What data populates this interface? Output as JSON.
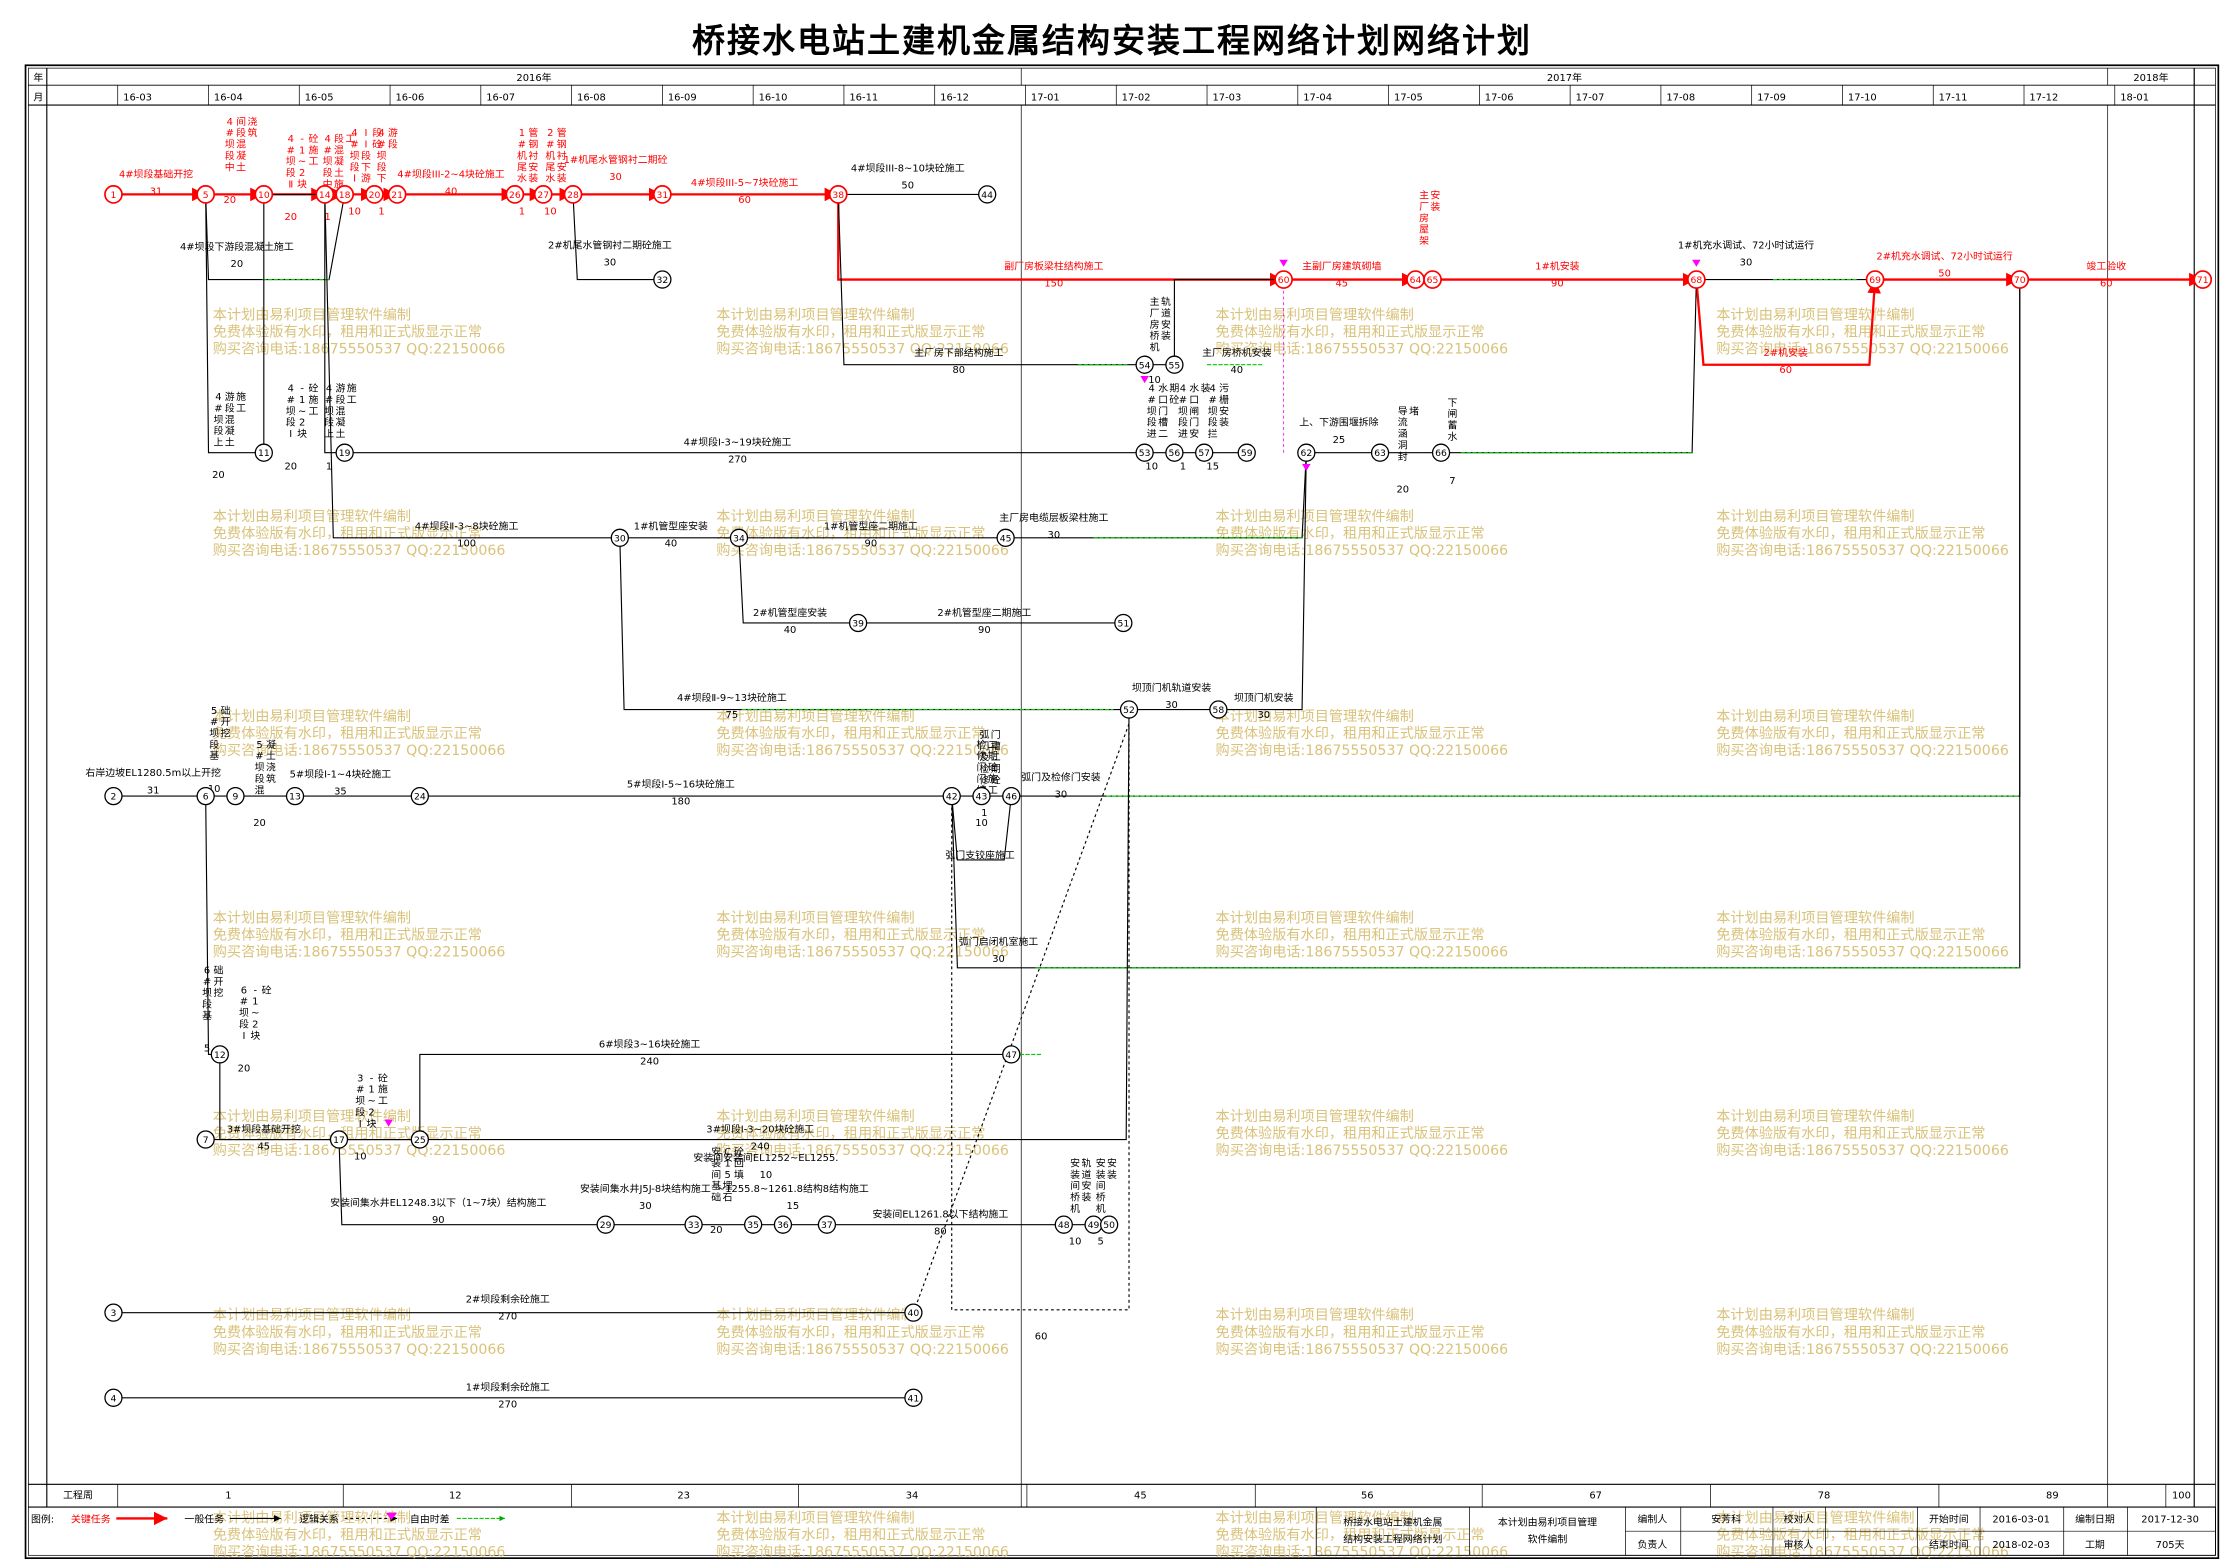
{
  "title": "桥接水电站土建机金属结构安装工程网络计划网络计划",
  "header": {
    "year_label": "年",
    "month_label": "月",
    "years": [
      "2016年",
      "2017年",
      "2018年"
    ],
    "months": [
      "16-03",
      "16-04",
      "16-05",
      "16-06",
      "16-07",
      "16-08",
      "16-09",
      "16-10",
      "16-11",
      "16-12",
      "17-01",
      "17-02",
      "17-03",
      "17-04",
      "17-05",
      "17-06",
      "17-07",
      "17-08",
      "17-09",
      "17-10",
      "17-11",
      "17-12",
      "18-01"
    ]
  },
  "footer_scale": {
    "label": "工程周",
    "ticks": [
      "1",
      "12",
      "23",
      "34",
      "45",
      "56",
      "67",
      "78",
      "89",
      "100"
    ]
  },
  "watermark": [
    "本计划由易利项目管理软件编制",
    "免费体验版有水印，租用和正式版显示正常",
    "购买咨询电话:18675550537 QQ:22150066"
  ],
  "legend": {
    "label": "图例:",
    "items": [
      "关键任务",
      "一般任务",
      "逻辑关系",
      "自由时差"
    ]
  },
  "info_table": {
    "project_name": "桥接水电站土建机金属结构安装工程网络计划",
    "software_note": "本计划由易利项目管理软件编制",
    "compiler_label": "编制人",
    "compiler": "安芳科",
    "checker_label": "校对人",
    "start_label": "开始时间",
    "start": "2016-03-01",
    "compile_date_label": "编制日期",
    "compile_date": "2017-12-30",
    "leader_label": "负责人",
    "reviewer_label": "审核人",
    "end_label": "结束时间",
    "end": "2018-02-03",
    "duration_label": "工期",
    "duration": "705天"
  },
  "colors": {
    "critical": "#ff0000",
    "normal": "#000000",
    "float": "#00cc00",
    "milestone": "#ff00ff",
    "watermark": "#d9c27a"
  },
  "nodes": [
    {
      "id": "1",
      "critical": true
    },
    {
      "id": "2"
    },
    {
      "id": "3"
    },
    {
      "id": "4"
    },
    {
      "id": "5",
      "critical": true
    },
    {
      "id": "6"
    },
    {
      "id": "7"
    },
    {
      "id": "9"
    },
    {
      "id": "10",
      "critical": true
    },
    {
      "id": "11"
    },
    {
      "id": "12"
    },
    {
      "id": "13"
    },
    {
      "id": "14",
      "critical": true
    },
    {
      "id": "17"
    },
    {
      "id": "18",
      "critical": true
    },
    {
      "id": "19"
    },
    {
      "id": "20",
      "critical": true
    },
    {
      "id": "21",
      "critical": true
    },
    {
      "id": "24"
    },
    {
      "id": "25"
    },
    {
      "id": "26",
      "critical": true
    },
    {
      "id": "27",
      "critical": true
    },
    {
      "id": "28",
      "critical": true
    },
    {
      "id": "29"
    },
    {
      "id": "30"
    },
    {
      "id": "31",
      "critical": true
    },
    {
      "id": "32"
    },
    {
      "id": "33"
    },
    {
      "id": "34"
    },
    {
      "id": "35"
    },
    {
      "id": "36"
    },
    {
      "id": "37"
    },
    {
      "id": "38",
      "critical": true
    },
    {
      "id": "39"
    },
    {
      "id": "40"
    },
    {
      "id": "41"
    },
    {
      "id": "42"
    },
    {
      "id": "43"
    },
    {
      "id": "44"
    },
    {
      "id": "45"
    },
    {
      "id": "46"
    },
    {
      "id": "47"
    },
    {
      "id": "48"
    },
    {
      "id": "49"
    },
    {
      "id": "50"
    },
    {
      "id": "51"
    },
    {
      "id": "52"
    },
    {
      "id": "53"
    },
    {
      "id": "54"
    },
    {
      "id": "55"
    },
    {
      "id": "56"
    },
    {
      "id": "57"
    },
    {
      "id": "58"
    },
    {
      "id": "59"
    },
    {
      "id": "60",
      "critical": true
    },
    {
      "id": "62"
    },
    {
      "id": "63"
    },
    {
      "id": "64",
      "critical": true
    },
    {
      "id": "65",
      "critical": true
    },
    {
      "id": "66"
    },
    {
      "id": "68",
      "critical": true
    },
    {
      "id": "69",
      "critical": true
    },
    {
      "id": "70",
      "critical": true
    },
    {
      "id": "71",
      "critical": true
    }
  ],
  "tasks": [
    {
      "from": "1",
      "to": "5",
      "name": "4#坝段基础开挖",
      "dur": "31",
      "critical": true
    },
    {
      "from": "5",
      "to": "10",
      "name": "4#坝段中间段混凝土浇筑",
      "dur": "20",
      "critical": true
    },
    {
      "from": "10",
      "to": "14",
      "name": "4#坝段Ⅱ-1~2块砼施工",
      "dur": "20",
      "critical": true
    },
    {
      "from": "14",
      "to": "18",
      "name": "4#坝段中段混凝土施工",
      "dur": "1",
      "critical": true
    },
    {
      "from": "18",
      "to": "20",
      "name": "4#坝段III段下游段砼",
      "dur": "10",
      "critical": true
    },
    {
      "from": "20",
      "to": "21",
      "name": "4#坝段下游段",
      "dur": "1",
      "critical": true
    },
    {
      "from": "21",
      "to": "26",
      "name": "4#坝段III-2~4块砼施工",
      "dur": "40",
      "critical": true
    },
    {
      "from": "26",
      "to": "27",
      "name": "1#机尾水管钢衬安装",
      "dur": "1",
      "critical": true
    },
    {
      "from": "27",
      "to": "28",
      "name": "2#机尾水管钢衬安装",
      "dur": "10",
      "critical": true
    },
    {
      "from": "28",
      "to": "31",
      "name": "1#机尾水管钢衬二期砼",
      "dur": "30",
      "critical": true
    },
    {
      "from": "31",
      "to": "38",
      "name": "4#坝段III-5~7块砼施工",
      "dur": "60",
      "critical": true
    },
    {
      "from": "38",
      "to": "44",
      "name": "4#坝段III-8~10块砼施工",
      "dur": "50"
    },
    {
      "from": "38",
      "to": "60",
      "name": "副厂房板梁柱结构施工",
      "dur": "150",
      "critical": true
    },
    {
      "from": "60",
      "to": "64",
      "name": "主副厂房建筑砌墙",
      "dur": "45",
      "critical": true
    },
    {
      "from": "64",
      "to": "65",
      "name": "主厂房屋架安装",
      "dur": "",
      "critical": true
    },
    {
      "from": "65",
      "to": "68",
      "name": "1#机安装",
      "dur": "90",
      "critical": true
    },
    {
      "from": "68",
      "to": "69",
      "name": "1#机充水调试、72小时试运行",
      "dur": "30"
    },
    {
      "from": "68",
      "to": "69",
      "name": "2#机安装",
      "dur": "60",
      "critical": true
    },
    {
      "from": "69",
      "to": "70",
      "name": "2#机充水调试、72小时试运行",
      "dur": "50",
      "critical": true
    },
    {
      "from": "70",
      "to": "71",
      "name": "竣工验收",
      "dur": "60",
      "critical": true
    },
    {
      "from": "28",
      "to": "32",
      "name": "2#机尾水管钢衬二期砼施工",
      "dur": "30"
    },
    {
      "from": "5",
      "to": "18",
      "name": "4#坝段下游段混凝土施工",
      "dur": "20"
    },
    {
      "from": "38",
      "to": "54",
      "name": "主厂房下部结构施工",
      "dur": "80"
    },
    {
      "from": "54",
      "to": "55",
      "name": "主厂房桥机轨道安装",
      "dur": "10"
    },
    {
      "from": "55",
      "to": "60",
      "name": "主厂房桥机安装",
      "dur": "40"
    },
    {
      "from": "5",
      "to": "11",
      "name": "4#坝段上游段混凝土施工",
      "dur": "20"
    },
    {
      "from": "11",
      "to": "14",
      "name": "4#坝段Ⅰ-1~2块砼施工",
      "dur": "20"
    },
    {
      "from": "14",
      "to": "19",
      "name": "4#坝段上游段混凝土施工",
      "dur": "1"
    },
    {
      "from": "19",
      "to": "53",
      "name": "4#坝段Ⅰ-3~19块砼施工",
      "dur": "270"
    },
    {
      "from": "53",
      "to": "56",
      "name": "4#坝段进水口门槽二期砼",
      "dur": "10"
    },
    {
      "from": "56",
      "to": "57",
      "name": "4#坝段进水口闸门安装",
      "dur": "1"
    },
    {
      "from": "57",
      "to": "59",
      "name": "4#坝段拦污栅安装",
      "dur": "15"
    },
    {
      "from": "62",
      "to": "63",
      "name": "上、下游围堰拆除",
      "dur": "25"
    },
    {
      "from": "63",
      "to": "66",
      "name": "导流涵洞封堵",
      "dur": "20"
    },
    {
      "from": "66",
      "to": "68",
      "name": "下闸蓄水",
      "dur": "7"
    },
    {
      "from": "14",
      "to": "30",
      "name": "4#坝段Ⅱ-3~8块砼施工",
      "dur": "100"
    },
    {
      "from": "30",
      "to": "34",
      "name": "1#机管型座安装",
      "dur": "40"
    },
    {
      "from": "34",
      "to": "45",
      "name": "1#机管型座二期施工",
      "dur": "90"
    },
    {
      "from": "45",
      "to": "62",
      "name": "主厂房电缆层板梁柱施工",
      "dur": "30"
    },
    {
      "from": "34",
      "to": "39",
      "name": "2#机管型座安装",
      "dur": "40"
    },
    {
      "from": "39",
      "to": "51",
      "name": "2#机管型座二期施工",
      "dur": "90"
    },
    {
      "from": "30",
      "to": "52",
      "name": "4#坝段Ⅱ-9~13块砼施工",
      "dur": "75"
    },
    {
      "from": "52",
      "to": "58",
      "name": "坝顶门机轨道安装",
      "dur": "30"
    },
    {
      "from": "58",
      "to": "62",
      "name": "坝顶门机安装",
      "dur": "30"
    },
    {
      "from": "2",
      "to": "6",
      "name": "右岸边坡EL1280.5m以上开挖",
      "dur": "31"
    },
    {
      "from": "6",
      "to": "9",
      "name": "5#坝段基础开挖",
      "dur": "10"
    },
    {
      "from": "9",
      "to": "13",
      "name": "5#坝段混凝土浇筑",
      "dur": "20"
    },
    {
      "from": "13",
      "to": "24",
      "name": "5#坝段Ⅰ-1~4块砼施工",
      "dur": "35"
    },
    {
      "from": "24",
      "to": "42",
      "name": "5#坝段Ⅰ-5~16块砼施工",
      "dur": "180"
    },
    {
      "from": "42",
      "to": "43",
      "name": "弧门及检修门槽二期砼",
      "dur": "1"
    },
    {
      "from": "43",
      "to": "46",
      "name": "检修门门槽二期砼施工",
      "dur": "10"
    },
    {
      "from": "46",
      "to": "70",
      "name": "弧门及检修门安装",
      "dur": "30"
    },
    {
      "from": "42",
      "to": "46",
      "name": "弧门支铰座施工",
      "dur": ""
    },
    {
      "from": "42",
      "to": "70",
      "name": "弧门启闭机室施工",
      "dur": "30"
    },
    {
      "from": "6",
      "to": "12",
      "name": "6#坝段基础开挖",
      "dur": "5"
    },
    {
      "from": "12",
      "to": "25",
      "name": "6#坝段Ⅰ-1~2块砼",
      "dur": "20"
    },
    {
      "from": "25",
      "to": "47",
      "name": "6#坝段3~16块砼施工",
      "dur": "240"
    },
    {
      "from": "7",
      "to": "17",
      "name": "3#坝段基础开挖",
      "dur": "45"
    },
    {
      "from": "17",
      "to": "25",
      "name": "3#坝段Ⅰ-1~2块砼施工",
      "dur": "10"
    },
    {
      "from": "25",
      "to": "52",
      "name": "3#坝段Ⅰ-3~20块砼施工",
      "dur": "240"
    },
    {
      "from": "17",
      "to": "29",
      "name": "安装间集水井EL1248.3以下（1~7块）结构施工",
      "dur": "90"
    },
    {
      "from": "29",
      "to": "33",
      "name": "安装间集水井J5J-8块结构施工",
      "dur": "30"
    },
    {
      "from": "33",
      "to": "35",
      "name": "安装间基础C15埋石砼回填",
      "dur": "20"
    },
    {
      "from": "35",
      "to": "36",
      "name": "安装间安装间EL1252~EL1255.",
      "dur": "10"
    },
    {
      "from": "36",
      "to": "37",
      "name": "~1255.8~1261.8结构8结构施工",
      "dur": "15"
    },
    {
      "from": "37",
      "to": "48",
      "name": "安装间EL1261.8以下结构施工",
      "dur": "80"
    },
    {
      "from": "48",
      "to": "49",
      "name": "安装间桥机轨道安装",
      "dur": "10"
    },
    {
      "from": "49",
      "to": "50",
      "name": "安装间桥机安装",
      "dur": "5"
    },
    {
      "from": "3",
      "to": "40",
      "name": "2#坝段剩余砼施工",
      "dur": "270"
    },
    {
      "from": "4",
      "to": "41",
      "name": "1#坝段剩余砼施工",
      "dur": "270"
    },
    {
      "from": "42",
      "to": "40",
      "name": "",
      "dur": "60"
    }
  ]
}
